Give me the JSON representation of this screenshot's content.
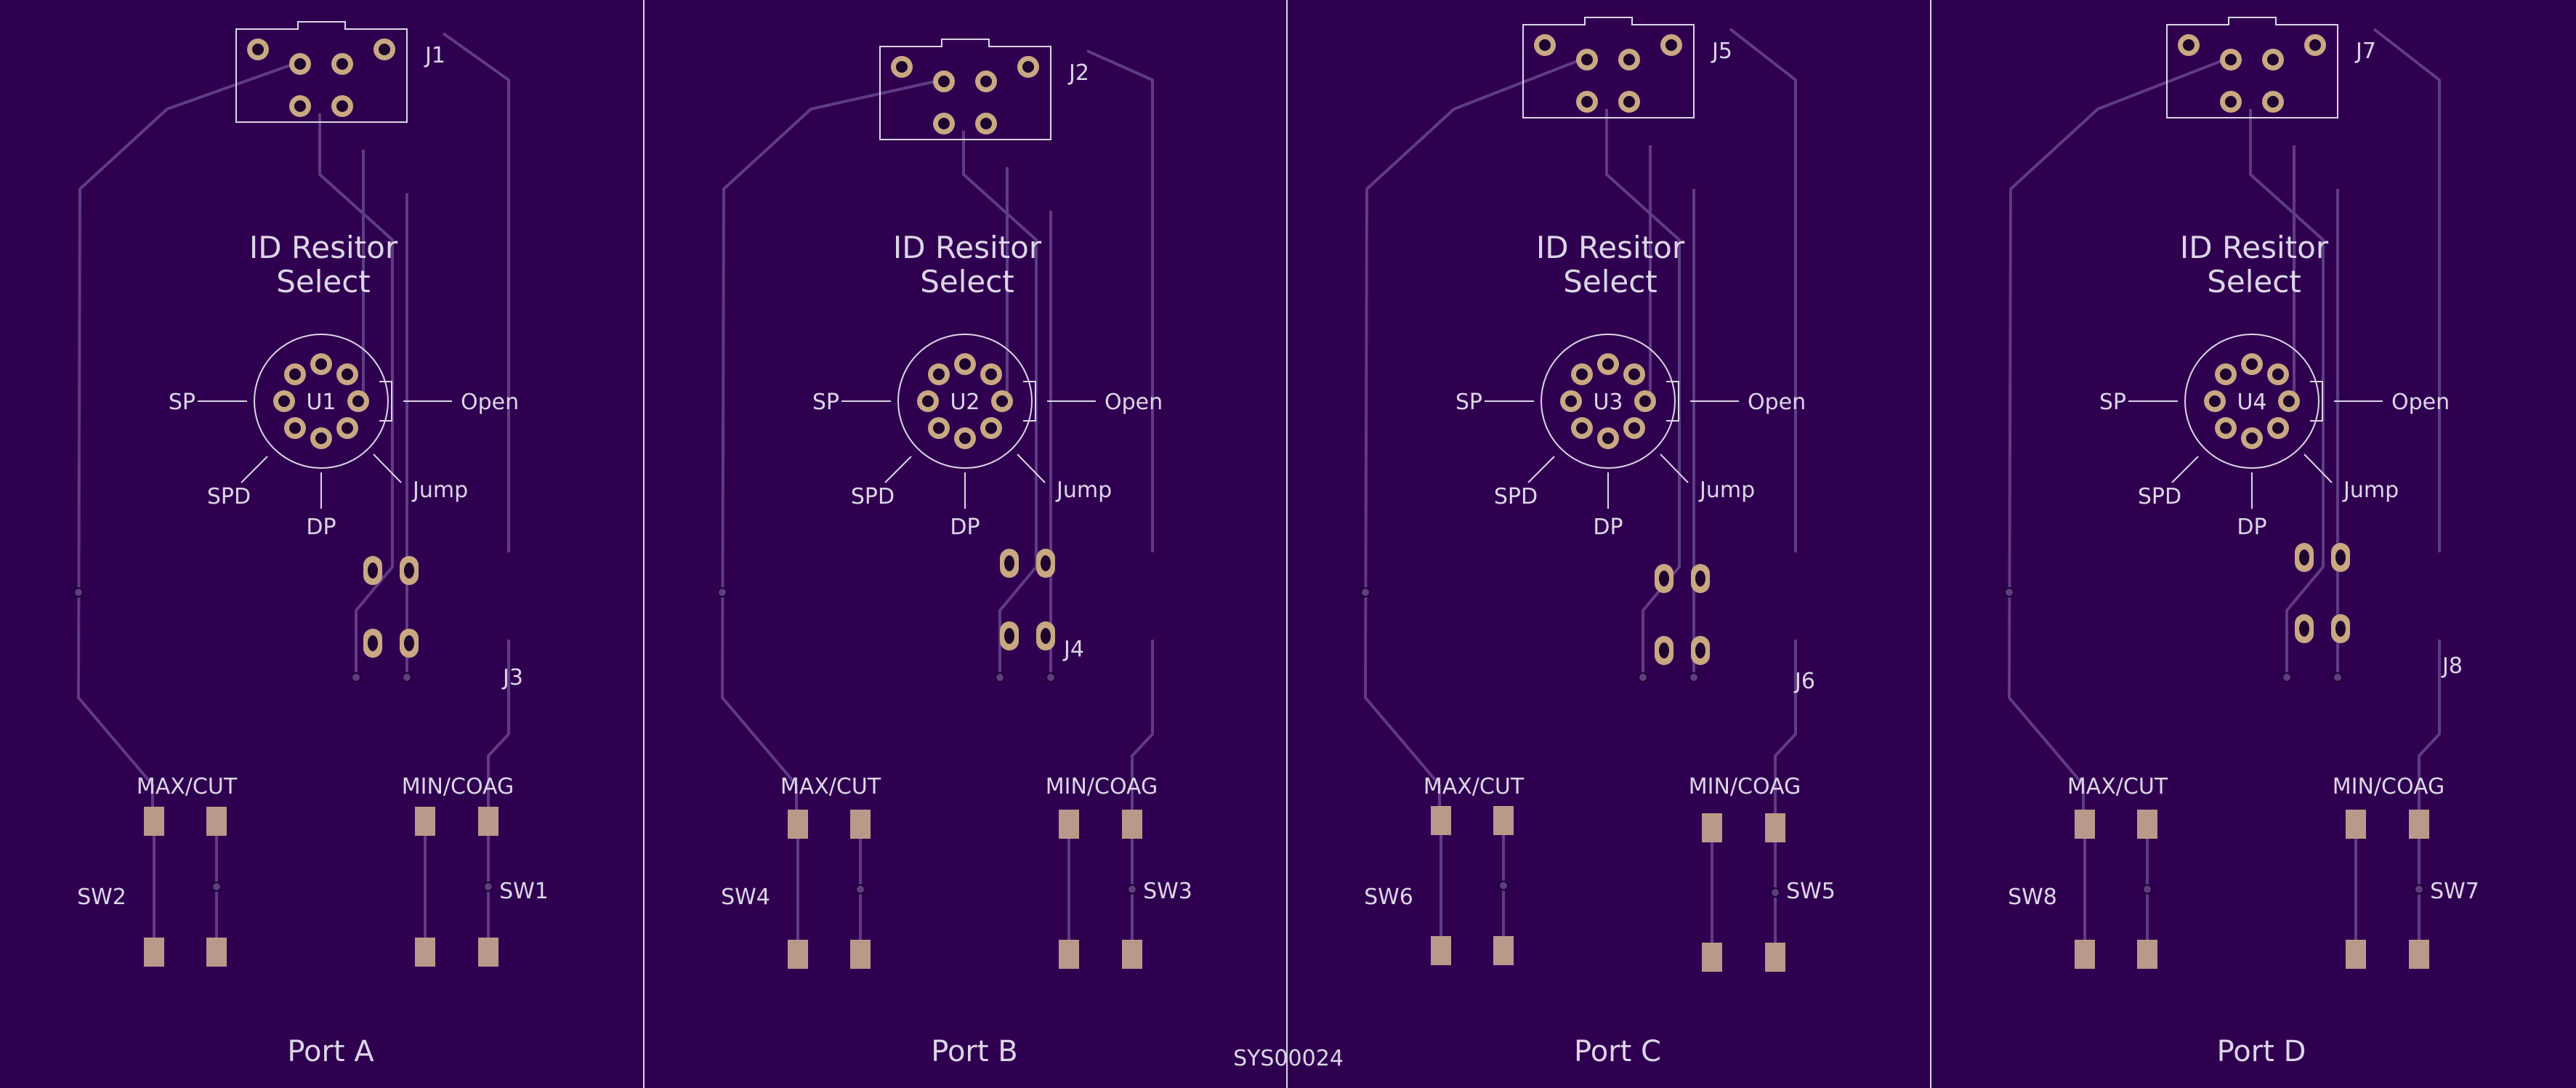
{
  "board_id": "SYS00024",
  "colors": {
    "background": "#2f0050",
    "trace": "#5e3d84",
    "silkscreen": "#dcd6e6",
    "ring": "#c9a882",
    "drill": "#1e0530",
    "pad": "#b99a8a"
  },
  "icons": [
    "connector-6pin-icon",
    "rotary-switch-8pos-icon",
    "jumper-2x2-icon",
    "tactile-switch-4pad-icon"
  ],
  "ports": [
    {
      "title": "Port A",
      "connector": "J1",
      "id_title_1": "ID Resitor",
      "id_title_2": "Select",
      "switch": "U1",
      "labels": {
        "sp": "SP",
        "open": "Open",
        "spd": "SPD",
        "jump": "Jump",
        "dp": "DP"
      },
      "jumper": "J3",
      "max_label": "MAX/CUT",
      "min_label": "MIN/COAG",
      "max_switch": "SW2",
      "min_switch": "SW1"
    },
    {
      "title": "Port B",
      "connector": "J2",
      "id_title_1": "ID Resitor",
      "id_title_2": "Select",
      "switch": "U2",
      "labels": {
        "sp": "SP",
        "open": "Open",
        "spd": "SPD",
        "jump": "Jump",
        "dp": "DP"
      },
      "jumper": "J4",
      "max_label": "MAX/CUT",
      "min_label": "MIN/COAG",
      "max_switch": "SW4",
      "min_switch": "SW3"
    },
    {
      "title": "Port C",
      "connector": "J5",
      "id_title_1": "ID Resitor",
      "id_title_2": "Select",
      "switch": "U3",
      "labels": {
        "sp": "SP",
        "open": "Open",
        "spd": "SPD",
        "jump": "Jump",
        "dp": "DP"
      },
      "jumper": "J6",
      "max_label": "MAX/CUT",
      "min_label": "MIN/COAG",
      "max_switch": "SW6",
      "min_switch": "SW5"
    },
    {
      "title": "Port D",
      "connector": "J7",
      "id_title_1": "ID Resitor",
      "id_title_2": "Select",
      "switch": "U4",
      "labels": {
        "sp": "SP",
        "open": "Open",
        "spd": "SPD",
        "jump": "Jump",
        "dp": "DP"
      },
      "jumper": "J8",
      "max_label": "MAX/CUT",
      "min_label": "MIN/COAG",
      "max_switch": "SW8",
      "min_switch": "SW7"
    }
  ]
}
